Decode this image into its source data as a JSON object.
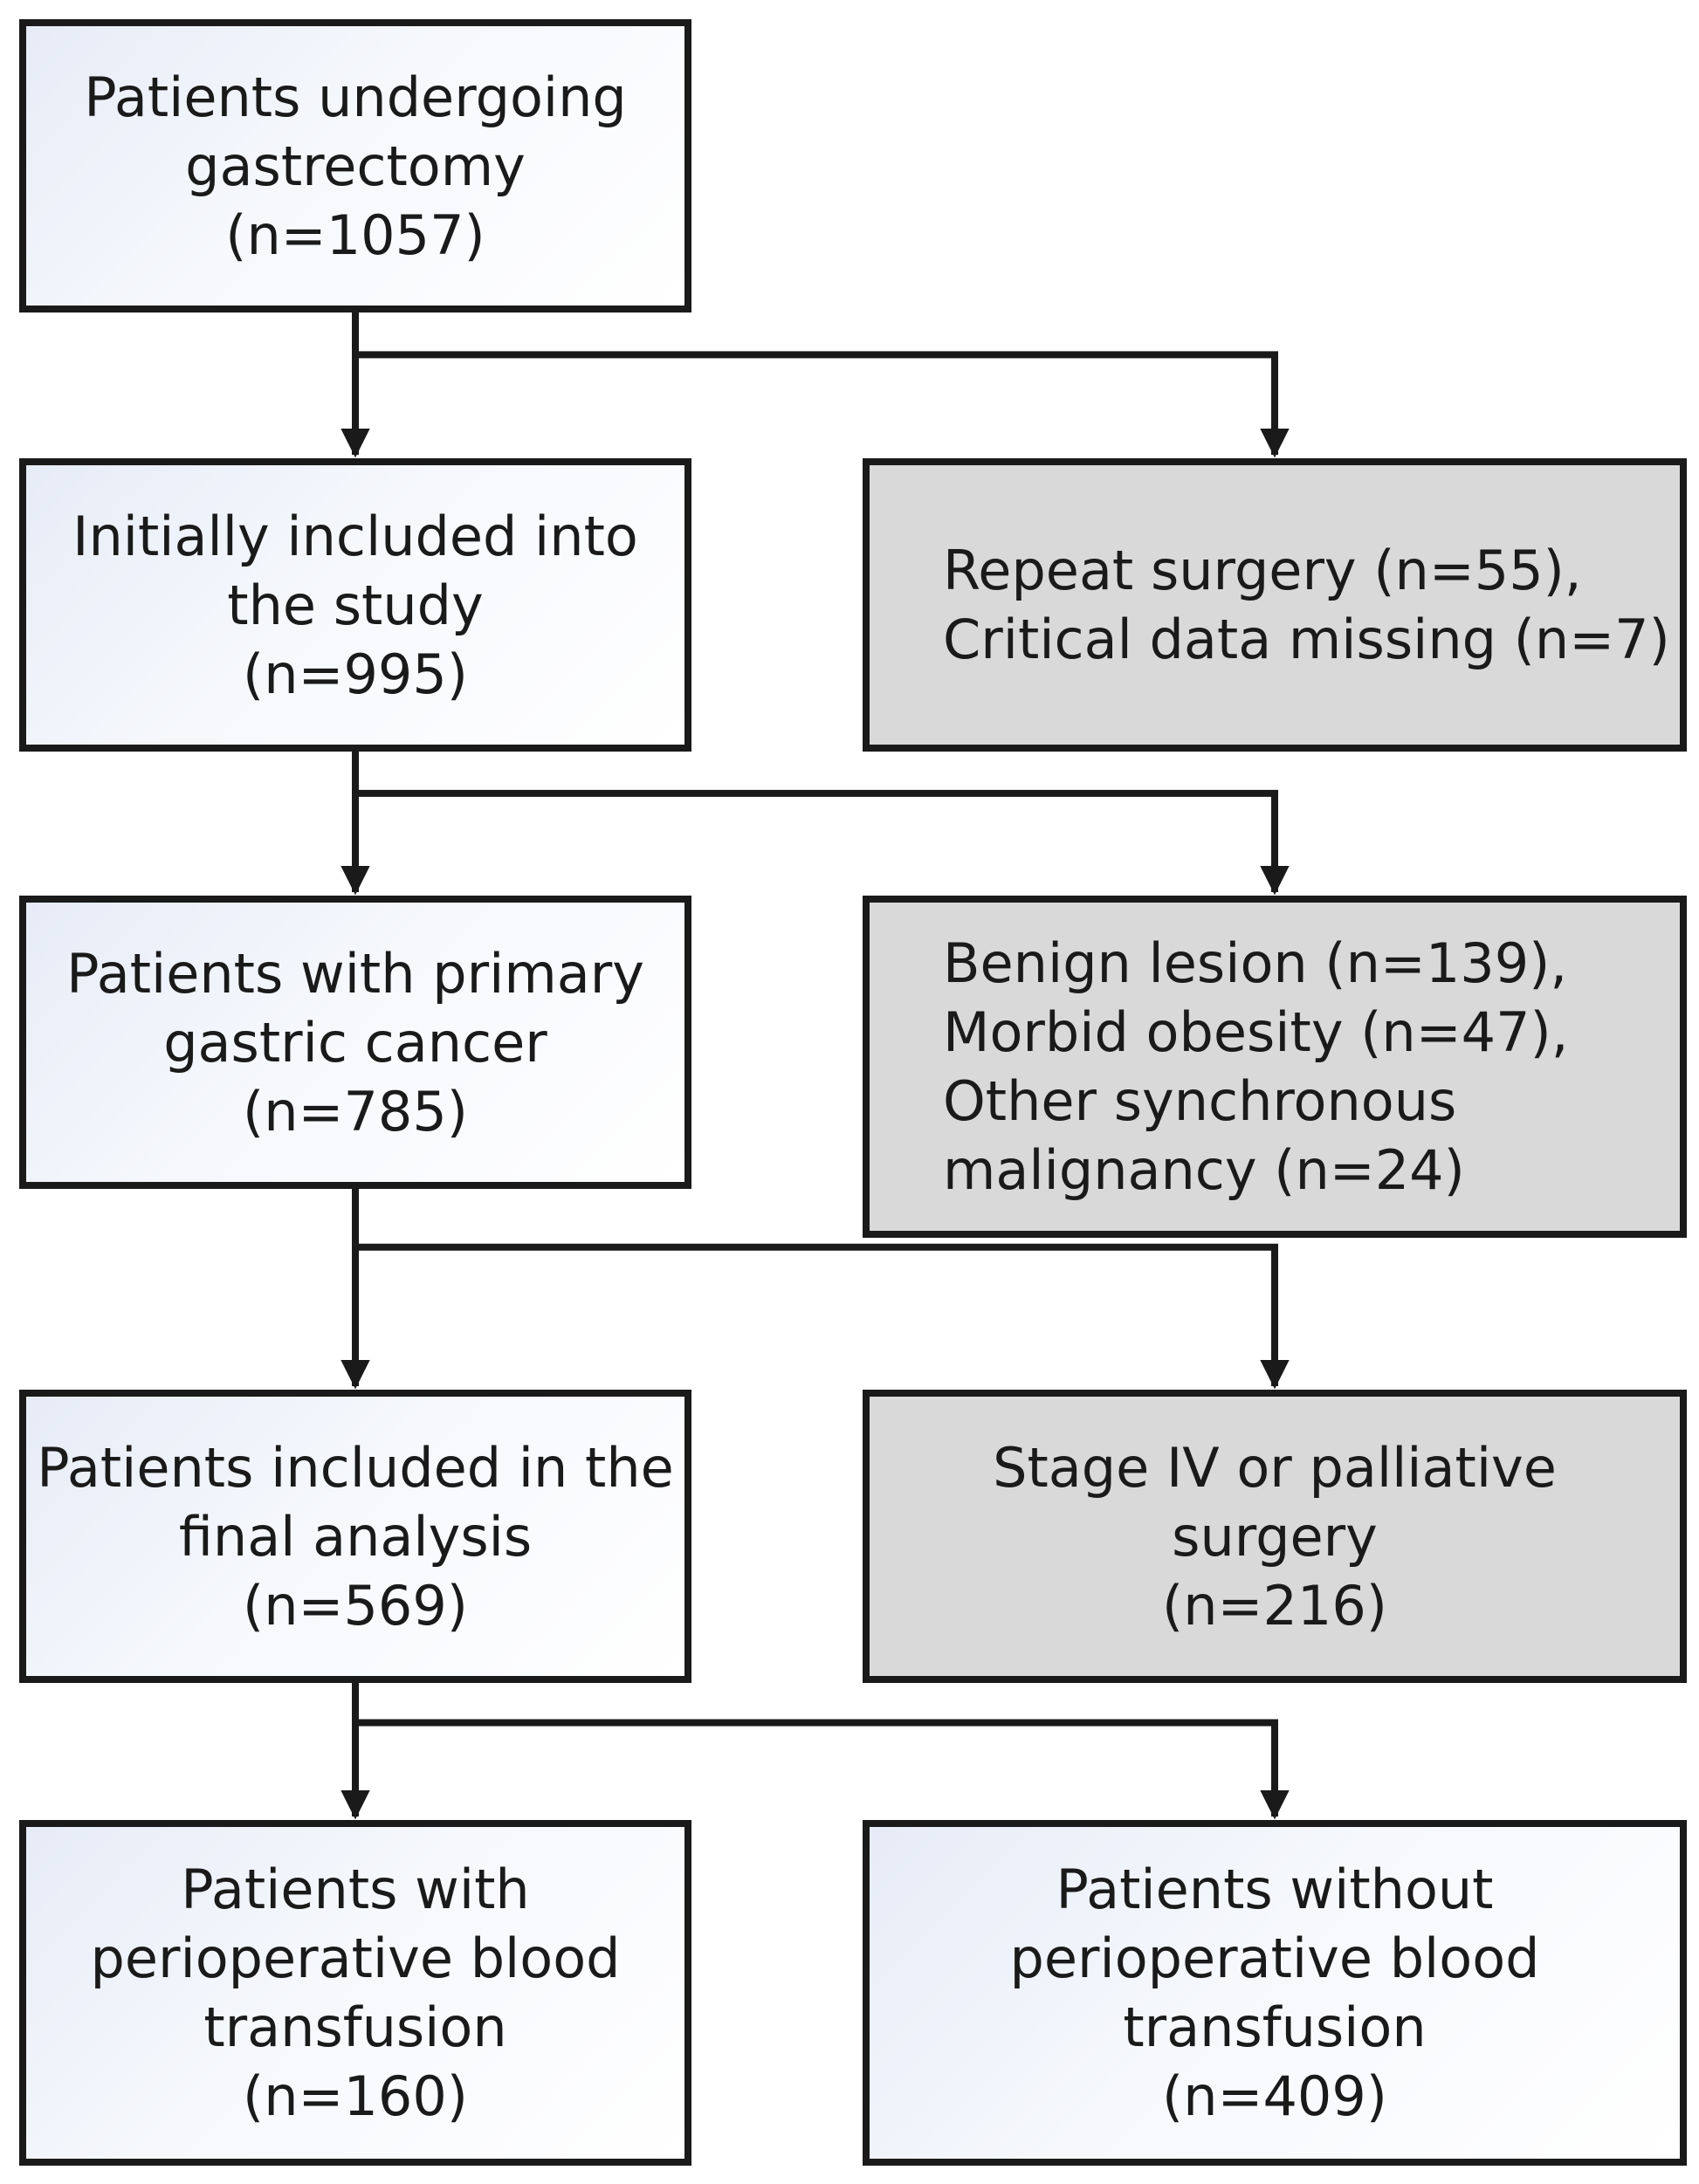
{
  "colors": {
    "stroke": "#1a1a1a",
    "main_fill": "#eef2fa",
    "excluded_fill": "#d9d9d9"
  },
  "boxes": {
    "gastrectomy": {
      "lines": [
        "Patients undergoing",
        "gastrectomy",
        "(n=1057)"
      ]
    },
    "initial": {
      "lines": [
        "Initially included into",
        "the study",
        "(n=995)"
      ]
    },
    "excl1": {
      "lines": [
        "Repeat surgery (n=55),",
        "Critical data missing (n=7)"
      ]
    },
    "primary": {
      "lines": [
        "Patients with primary",
        "gastric cancer",
        "(n=785)"
      ]
    },
    "excl2": {
      "lines": [
        "Benign lesion (n=139),",
        "Morbid obesity (n=47),",
        "Other synchronous",
        "malignancy (n=24)"
      ]
    },
    "final": {
      "lines": [
        "Patients included in the",
        "final analysis",
        "(n=569)"
      ]
    },
    "excl3": {
      "lines": [
        "Stage IV or palliative",
        "surgery",
        "(n=216)"
      ]
    },
    "with_tx": {
      "lines": [
        "Patients with",
        "perioperative blood",
        "transfusion",
        "(n=160)"
      ]
    },
    "without_tx": {
      "lines": [
        "Patients without",
        "perioperative blood",
        "transfusion",
        "(n=409)"
      ]
    }
  },
  "edges": [
    {
      "from": "gastrectomy",
      "to": "initial"
    },
    {
      "from": "gastrectomy",
      "to": "excl1"
    },
    {
      "from": "initial",
      "to": "primary"
    },
    {
      "from": "initial",
      "to": "excl2"
    },
    {
      "from": "primary",
      "to": "final"
    },
    {
      "from": "primary",
      "to": "excl3"
    },
    {
      "from": "final",
      "to": "with_tx"
    },
    {
      "from": "final",
      "to": "without_tx"
    }
  ]
}
